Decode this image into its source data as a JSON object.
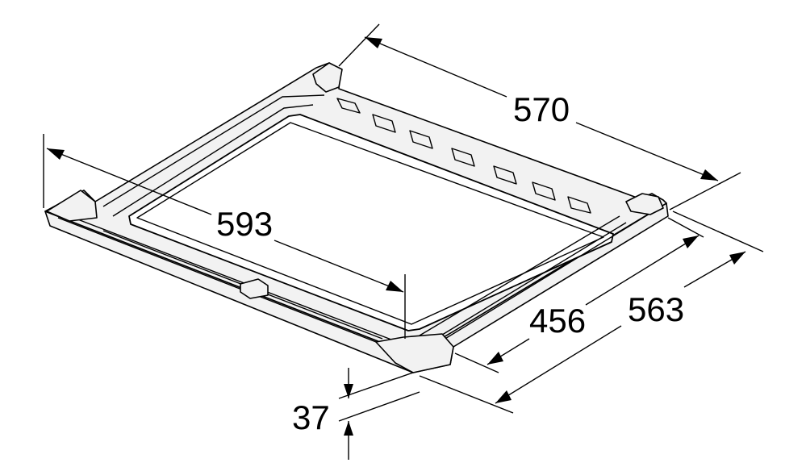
{
  "dimensions": {
    "width_back": "570",
    "width_front": "593",
    "depth_inner": "456",
    "depth_outer": "563",
    "height": "37"
  },
  "colors": {
    "line": "#000000",
    "background": "#ffffff"
  }
}
